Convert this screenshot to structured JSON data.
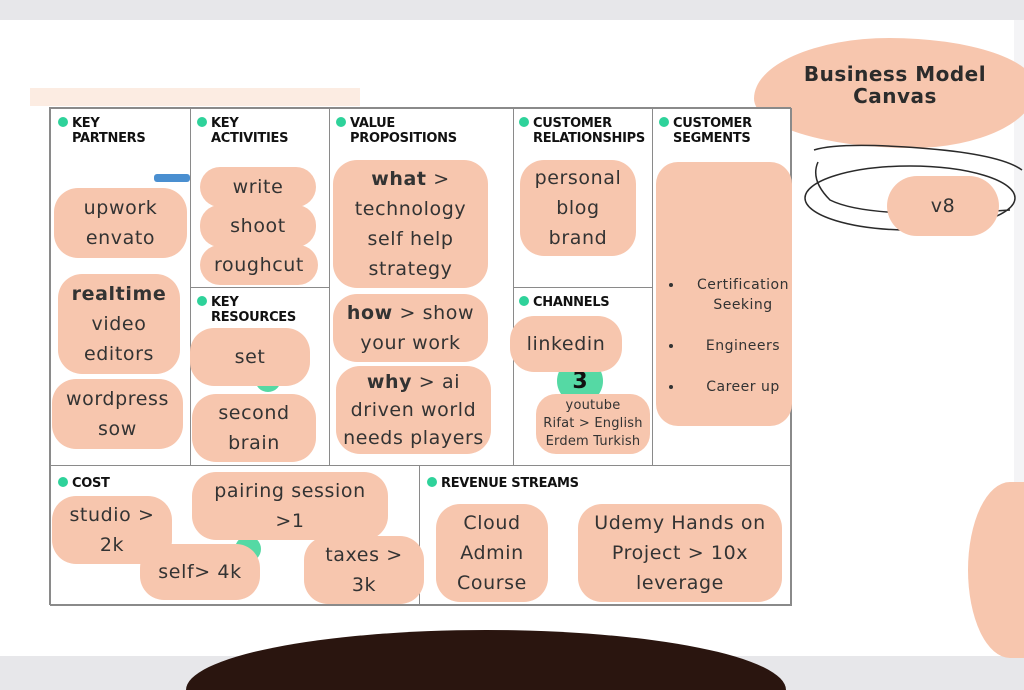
{
  "title": "Business Model\nCanvas",
  "headers": {
    "key_partners": "KEY\nPARTNERS",
    "key_activities": "KEY\nACTIVITIES",
    "value_propositions": "VALUE\nPROPOSITIONS",
    "customer_relationships": "CUSTOMER\nRELATIONSHIPS",
    "customer_segments": "CUSTOMER\nSEGMENTS",
    "key_resources": "KEY\nRESOURCES",
    "channels": "CHANNELS",
    "cost": "COST",
    "revenue_streams": "REVENUE STREAMS"
  },
  "notes": {
    "partners_1": "upwork\nenvato",
    "partners_2_bold": "realtime",
    "partners_2_rest": "video\neditors",
    "partners_3": "wordpress\nsow",
    "activity_1": "write",
    "activity_2": "shoot",
    "activity_3": "roughcut",
    "resource_1": "set",
    "resource_2": "second\nbrain",
    "vp_1_bold": "what",
    "vp_1_rest": " >\ntechnology\nself help\nstrategy",
    "vp_2_bold": "how",
    "vp_2_rest": " > show\nyour work",
    "vp_3_bold": "why",
    "vp_3_rest": " > ai\ndriven world\nneeds players",
    "relationship_1": "personal\nblog\nbrand",
    "channel_1": "linkedin",
    "channel_2": "youtube\nRifat > English\nErdem Turkish",
    "channel_number": "3",
    "cost_1": "studio >\n2k",
    "cost_2": "pairing session\n>1",
    "cost_3": "self> 4k",
    "cost_4": "taxes >\n3k",
    "revenue_1": "Cloud\nAdmin\nCourse",
    "revenue_2": "Udemy Hands on\nProject > 10x\nleverage",
    "version": "v8"
  },
  "segments": [
    "Certification Seeking",
    "Engineers",
    "Career up"
  ],
  "colors": {
    "sticky": "#f7c6ae",
    "dot": "#2ed29a",
    "dark": "#2a150f"
  }
}
